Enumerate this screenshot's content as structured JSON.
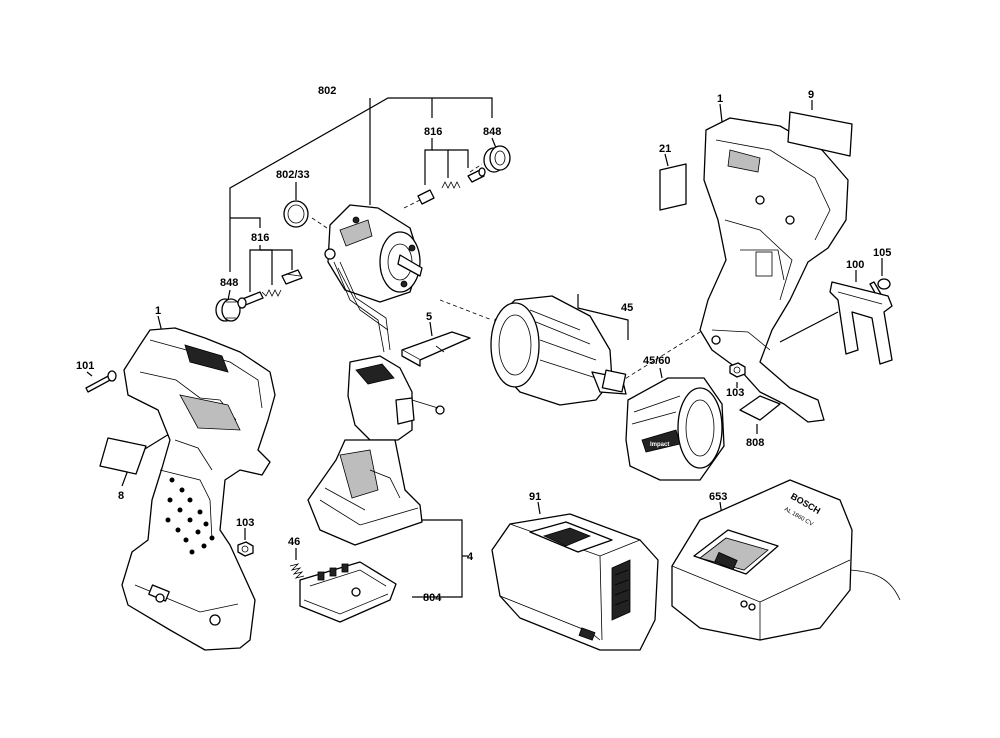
{
  "labels": {
    "l802": "802",
    "l816_top": "816",
    "l848_top": "848",
    "l802_33": "802/33",
    "l816_left": "816",
    "l848_left": "848",
    "l1_left": "1",
    "l101": "101",
    "l8": "8",
    "l103_left": "103",
    "l5": "5",
    "l46": "46",
    "l4": "4",
    "l804": "804",
    "l45": "45",
    "l45_60": "45/60",
    "l91": "91",
    "l653": "653",
    "l1_right": "1",
    "l9": "9",
    "l21": "21",
    "l105": "105",
    "l100": "100",
    "l103_right": "103",
    "l808": "808"
  },
  "stamps": {
    "charger_brand": "BOSCH",
    "charger_model": "AL 1860 CV",
    "gearbox_print": "Impact"
  }
}
